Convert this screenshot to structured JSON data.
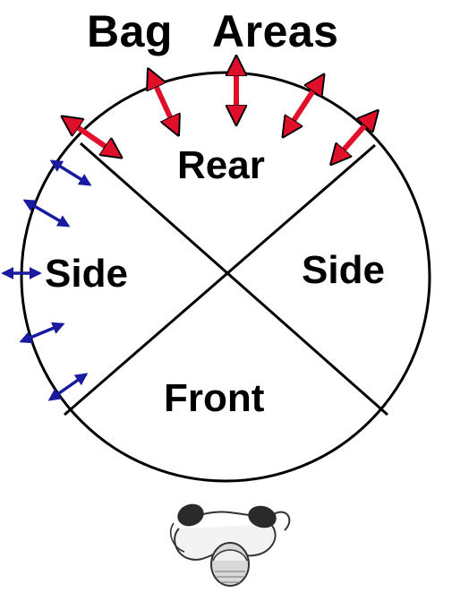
{
  "title": {
    "word1": "Bag",
    "word2": "Areas"
  },
  "regions": {
    "rear": "Rear",
    "side_left": "Side",
    "side_right": "Side",
    "front": "Front"
  },
  "colors": {
    "rear_arrows": "#e0102a",
    "side_arrows": "#1a1aa0",
    "outline": "#000000"
  },
  "icons": {
    "boxer": "boxer-top-view-icon"
  }
}
